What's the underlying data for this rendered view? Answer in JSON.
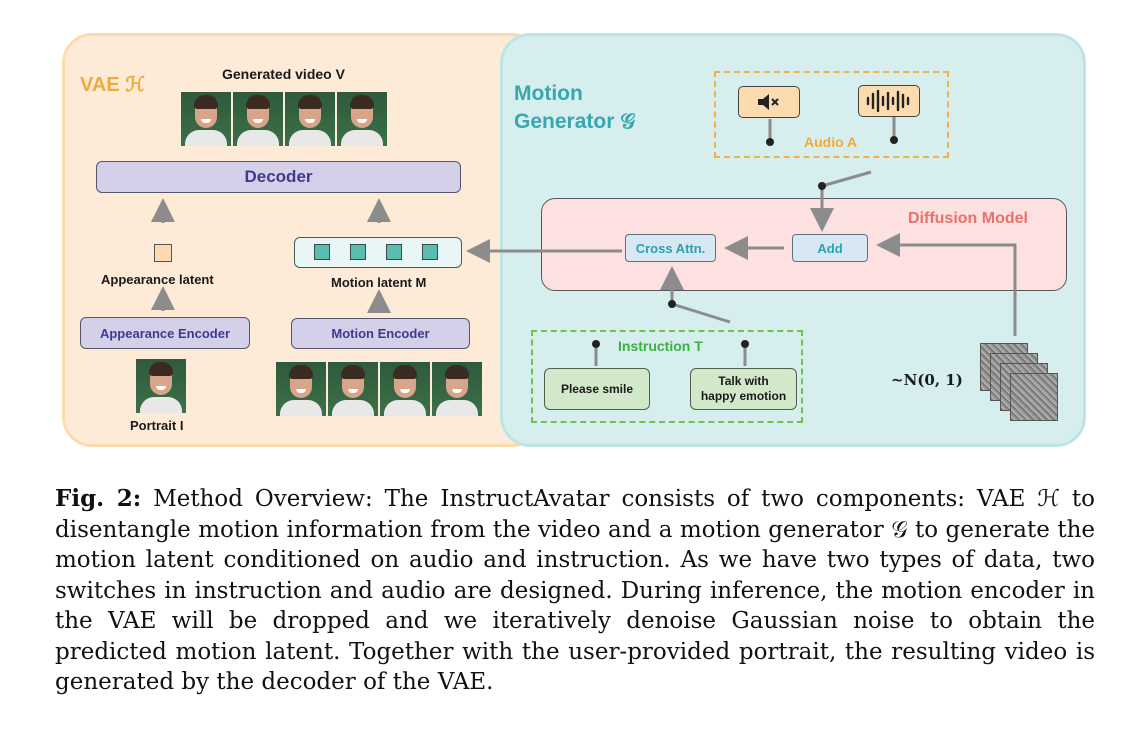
{
  "vae_panel": {
    "title": "VAE ℋ",
    "generated_label": "Generated video V",
    "decoder": "Decoder",
    "appearance_latent": "Appearance latent",
    "motion_latent": "Motion latent M",
    "appearance_encoder": "Appearance Encoder",
    "motion_encoder": "Motion Encoder",
    "portrait": "Portrait I"
  },
  "motion_panel": {
    "title_line1": "Motion",
    "title_line2": "Generator 𝒢",
    "audio": "Audio A",
    "diffusion": "Diffusion Model",
    "cross_attn": "Cross Attn.",
    "add": "Add",
    "instruction": "Instruction T",
    "instr_smile": "Please smile",
    "instr_happy": "Talk with happy emotion",
    "noise": "~N(0, 1)"
  },
  "caption": {
    "label": "Fig. 2:",
    "text": "Method Overview: The InstructAvatar consists of two components: VAE ℋ to disentangle motion information from the video and a motion generator 𝒢 to generate the motion latent conditioned on audio and instruction. As we have two types of data, two switches in instruction and audio are designed. During inference, the motion encoder in the VAE will be dropped and we iteratively denoise Gaussian noise to obtain the predicted motion latent. Together with the user-provided portrait, the resulting video is generated by the decoder of the VAE."
  },
  "colors": {
    "vae_accent": "#f2a93b",
    "motion_accent": "#3aa6ad",
    "diffusion_accent": "#e8716b",
    "instruction_accent": "#3cb043",
    "encoder_text": "#3f3a8f"
  }
}
